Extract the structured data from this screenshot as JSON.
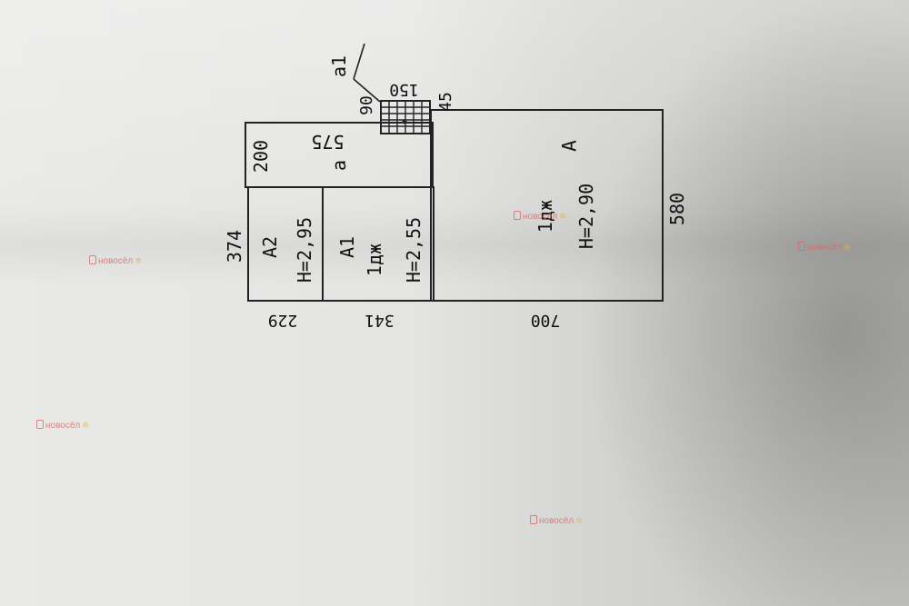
{
  "plan": {
    "rooms": [
      {
        "id": "A",
        "letter": "А",
        "type": "1дж",
        "height": "Н=2,90"
      },
      {
        "id": "A1",
        "letter": "А1",
        "type": "1дж",
        "height": "Н=2,55"
      },
      {
        "id": "A2",
        "letter": "А2",
        "height": "Н=2,95"
      },
      {
        "id": "a",
        "letter": "а"
      },
      {
        "id": "a1",
        "letter": "а1"
      }
    ],
    "dimensions": {
      "d374": "374",
      "d229": "229",
      "d341": "341",
      "d700": "700",
      "d580": "580",
      "d200": "200",
      "d575": "575",
      "d90": "90",
      "d150": "150",
      "d45": "45"
    }
  },
  "watermark": {
    "text": "новосёл"
  },
  "colors": {
    "line": "#222222",
    "paper": "#e6e6e4",
    "watermark": "#d66a6a"
  }
}
